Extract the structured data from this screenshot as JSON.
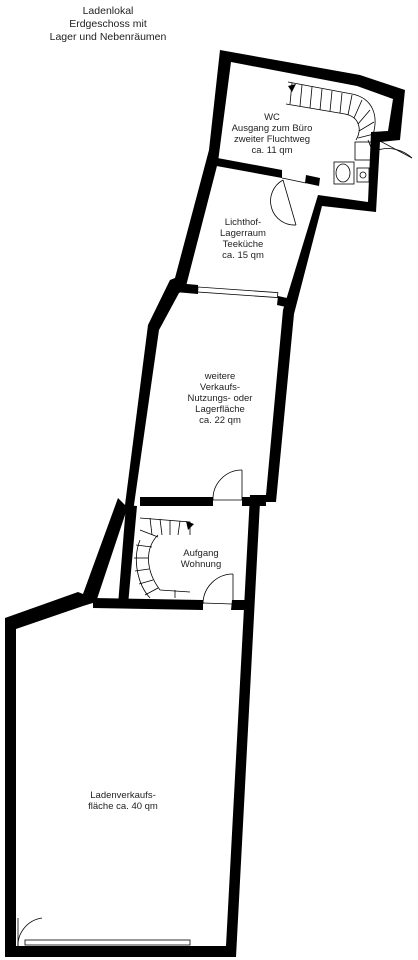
{
  "title": {
    "lines": [
      "Ladenlokal",
      "Erdgeschoss mit",
      "Lager und Nebenräumen"
    ]
  },
  "rooms": [
    {
      "key": "wc",
      "lines": [
        "WC",
        "Ausgang zum Büro",
        "zweiter Fluchtweg",
        "ca. 11 qm"
      ]
    },
    {
      "key": "lichthof",
      "lines": [
        "Lichthof-",
        "Lagerraum",
        "Teeküche",
        "ca. 15 qm"
      ]
    },
    {
      "key": "weitere",
      "lines": [
        "weitere",
        "Verkaufs-",
        "Nutzungs- oder",
        "Lagerfläche",
        "ca. 22 qm"
      ]
    },
    {
      "key": "aufgang",
      "lines": [
        "Aufgang",
        "Wohnung"
      ]
    },
    {
      "key": "laden",
      "lines": [
        "Ladenverkaufs-",
        "fläche ca. 40 qm"
      ]
    }
  ]
}
